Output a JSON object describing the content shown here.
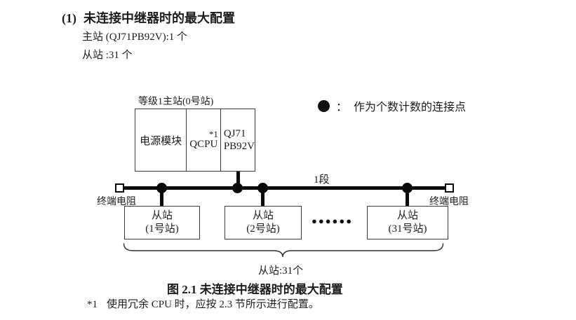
{
  "heading": {
    "number": "(1)",
    "title": "未连接中继器时的最大配置"
  },
  "intro": {
    "master_line": "主站 (QJ71PB92V):1 个",
    "slave_line": "从站 :31 个"
  },
  "legend": {
    "symbol": "filled-circle",
    "separator": "：",
    "text": "作为个数计数的连接点"
  },
  "master_station": {
    "label": "等级1主站(0号站)",
    "power_module": "电源模块",
    "qcpu": "QCPU",
    "qcpu_note": "*1",
    "pb_line1": "QJ71",
    "pb_line2": "PB92V"
  },
  "bus": {
    "segment_label": "1段",
    "terminator_left": "终端电阻",
    "terminator_right": "终端电阻"
  },
  "slaves": {
    "items": [
      {
        "line1": "从站",
        "line2": "(1号站)"
      },
      {
        "line1": "从站",
        "line2": "(2号站)"
      },
      {
        "line1": "从站",
        "line2": "(31号站)"
      }
    ],
    "ellipsis": "●●●●●●",
    "count_label": "从站:31个"
  },
  "caption": "图 2.1 未连接中继器时的最大配置",
  "footnote": {
    "marker": "*1",
    "text": "使用冗余 CPU 时，应按 2.3 节所示进行配置。"
  },
  "colors": {
    "ink": "#1c1c1c",
    "line": "#0a0a0a",
    "box_border": "#3c3c3c",
    "background": "#ffffff"
  }
}
